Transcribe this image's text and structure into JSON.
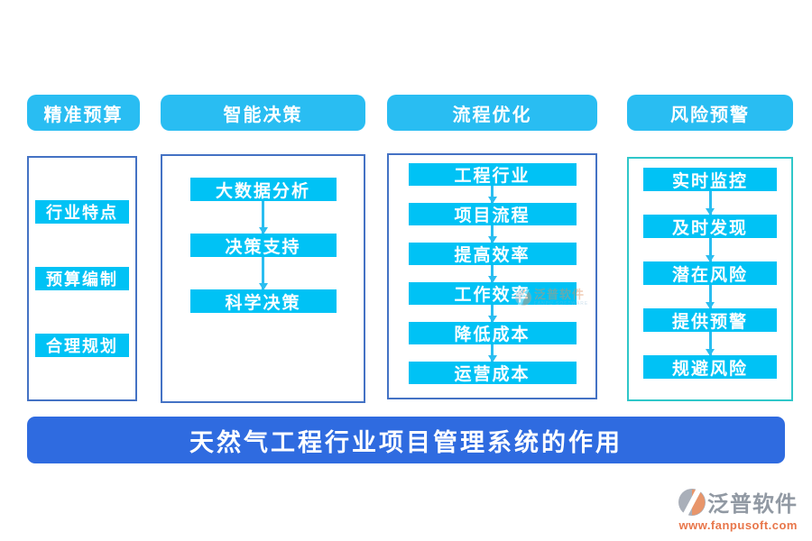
{
  "columns": [
    {
      "header": "精准预算",
      "items": [
        "行业特点",
        "预算编制",
        "合理规划"
      ],
      "arrows": false,
      "border_color": "#4472c4"
    },
    {
      "header": "智能决策",
      "items": [
        "大数据分析",
        "决策支持",
        "科学决策"
      ],
      "arrows": true,
      "border_color": "#4472c4"
    },
    {
      "header": "流程优化",
      "items": [
        "工程行业",
        "项目流程",
        "提高效率",
        "工作效率",
        "降低成本",
        "运营成本"
      ],
      "arrows": true,
      "border_color": "#4472c4"
    },
    {
      "header": "风险预警",
      "items": [
        "实时监控",
        "及时发现",
        "潜在风险",
        "提供预警",
        "规避风险"
      ],
      "arrows": true,
      "border_color": "#2fc7c9"
    }
  ],
  "banner": {
    "title": "天然气工程行业项目管理系统的作用",
    "bg": "#2f6be0"
  },
  "watermark": {
    "name": "泛普软件",
    "subtitle": "FANPU SOFTWARE"
  },
  "logo": {
    "name": "泛普软件",
    "url": "www.fanpusoft.com"
  },
  "colors": {
    "header_bg": "#29bdf2",
    "item_bg": "#00c2f5",
    "arrow": "#2abdf0",
    "box_border_blue": "#4472c4",
    "box_border_teal": "#2fc7c9",
    "banner_bg": "#2f6be0",
    "logo_text": "#9199a3",
    "logo_url": "#e8764a"
  }
}
